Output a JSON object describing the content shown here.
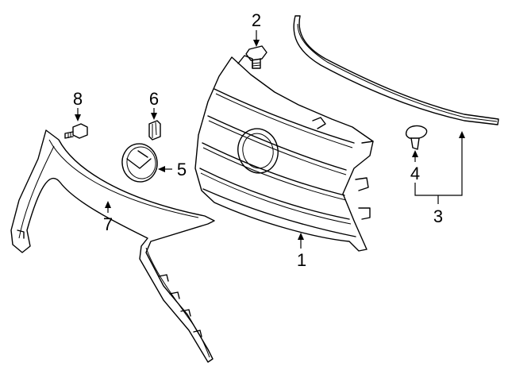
{
  "diagram": {
    "colors": {
      "ink": "#000000",
      "background": "#ffffff"
    },
    "parts": [
      {
        "id": "grille",
        "callout": "1"
      },
      {
        "id": "bolt",
        "callout": "2"
      },
      {
        "id": "molding-group",
        "callout": "3"
      },
      {
        "id": "clip",
        "callout": "4"
      },
      {
        "id": "emblem",
        "callout": "5"
      },
      {
        "id": "retainer",
        "callout": "6"
      },
      {
        "id": "surround-molding",
        "callout": "7"
      },
      {
        "id": "screw",
        "callout": "8"
      }
    ]
  }
}
